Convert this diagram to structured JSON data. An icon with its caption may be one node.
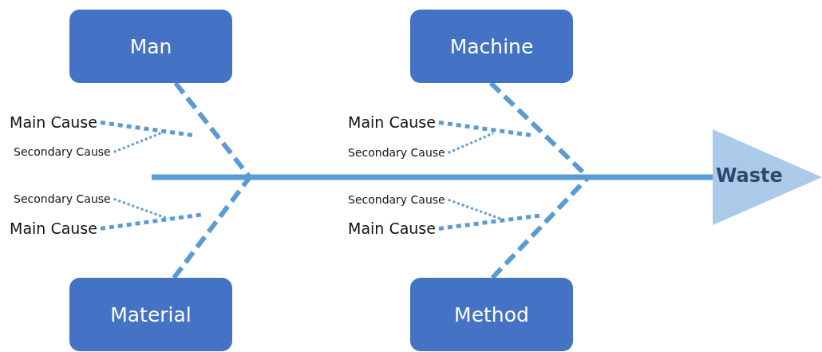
{
  "diagram": {
    "nodes": [
      {
        "text": [
          "Man"
        ]
      },
      {
        "text": [
          "Machine"
        ]
      },
      {
        "text": [
          "Main Cause"
        ]
      },
      {
        "text": [
          "Main Cause"
        ]
      },
      {
        "text": [
          "Secondary Cause"
        ]
      },
      {
        "text": [
          "Secondary Cause"
        ]
      },
      {
        "text": [],
        "shape": "triangle"
      },
      {
        "text": [
          "Secondary Cause"
        ]
      },
      {
        "text": [
          "Secondary Cause"
        ]
      },
      {
        "text": [
          "Main Cause"
        ]
      },
      {
        "text": [
          "Main Cause"
        ]
      },
      {
        "text": [
          "Material"
        ]
      },
      {
        "text": [
          "Method"
        ]
      }
    ],
    "edges": [
      {
        "from": null,
        "to": 6,
        "arrow": "none"
      },
      {
        "from": 0,
        "to": null,
        "arrow": "none",
        "style": "dashed"
      },
      {
        "from": 11,
        "to": null,
        "arrow": "none",
        "style": "dashed"
      },
      {
        "from": 1,
        "to": null,
        "arrow": "none",
        "style": "dashed"
      },
      {
        "from": 12,
        "to": null,
        "arrow": "none",
        "style": "dashed"
      },
      {
        "from": 2,
        "to": null,
        "arrow": "none",
        "style": "dashed"
      },
      {
        "from": 4,
        "to": null,
        "arrow": "none",
        "style": "dashed"
      },
      {
        "from": 7,
        "to": null,
        "arrow": "none",
        "style": "dashed"
      },
      {
        "from": 9,
        "to": null,
        "arrow": "none",
        "style": "dashed"
      },
      {
        "from": 3,
        "to": null,
        "arrow": "none",
        "style": "dashed"
      },
      {
        "from": 5,
        "to": null,
        "arrow": "none",
        "style": "dashed"
      },
      {
        "from": 8,
        "to": null,
        "arrow": "none",
        "style": "dashed"
      },
      {
        "from": 10,
        "to": null,
        "arrow": "none",
        "style": "dashed"
      }
    ],
    "labels": [
      "Waste"
    ]
  }
}
